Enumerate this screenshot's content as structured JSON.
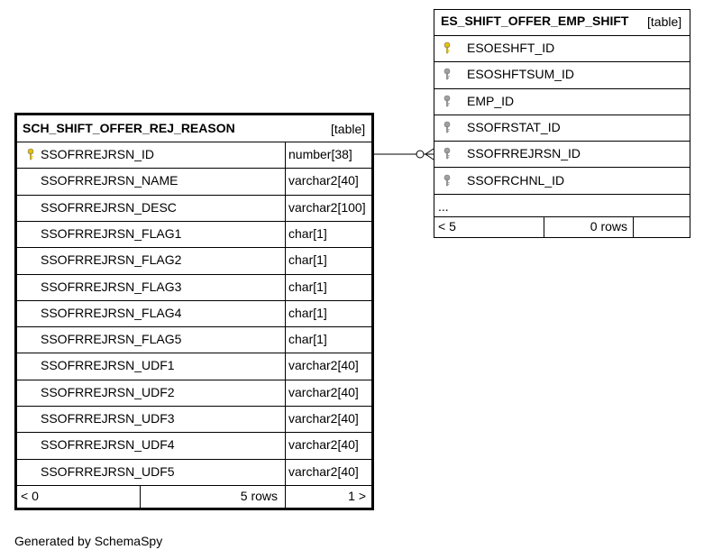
{
  "main_table": {
    "name": "SCH_SHIFT_OFFER_REJ_REASON",
    "type_tag": "[table]",
    "columns": [
      {
        "name": "SSOFRREJRSN_ID",
        "type": "number[38]",
        "key": "primary"
      },
      {
        "name": "SSOFRREJRSN_NAME",
        "type": "varchar2[40]",
        "key": "none"
      },
      {
        "name": "SSOFRREJRSN_DESC",
        "type": "varchar2[100]",
        "key": "none"
      },
      {
        "name": "SSOFRREJRSN_FLAG1",
        "type": "char[1]",
        "key": "none"
      },
      {
        "name": "SSOFRREJRSN_FLAG2",
        "type": "char[1]",
        "key": "none"
      },
      {
        "name": "SSOFRREJRSN_FLAG3",
        "type": "char[1]",
        "key": "none"
      },
      {
        "name": "SSOFRREJRSN_FLAG4",
        "type": "char[1]",
        "key": "none"
      },
      {
        "name": "SSOFRREJRSN_FLAG5",
        "type": "char[1]",
        "key": "none"
      },
      {
        "name": "SSOFRREJRSN_UDF1",
        "type": "varchar2[40]",
        "key": "none"
      },
      {
        "name": "SSOFRREJRSN_UDF2",
        "type": "varchar2[40]",
        "key": "none"
      },
      {
        "name": "SSOFRREJRSN_UDF3",
        "type": "varchar2[40]",
        "key": "none"
      },
      {
        "name": "SSOFRREJRSN_UDF4",
        "type": "varchar2[40]",
        "key": "none"
      },
      {
        "name": "SSOFRREJRSN_UDF5",
        "type": "varchar2[40]",
        "key": "none"
      }
    ],
    "footer": {
      "parents": "< 0",
      "rows": "5 rows",
      "children": "1 >"
    }
  },
  "emp_table": {
    "name": "ES_SHIFT_OFFER_EMP_SHIFT",
    "type_tag": "[table]",
    "columns": [
      {
        "name": "ESOESHFT_ID",
        "key": "primary"
      },
      {
        "name": "ESOSHFTSUM_ID",
        "key": "foreign"
      },
      {
        "name": "EMP_ID",
        "key": "foreign"
      },
      {
        "name": "SSOFRSTAT_ID",
        "key": "foreign"
      },
      {
        "name": "SSOFRREJRSN_ID",
        "key": "foreign"
      },
      {
        "name": "SSOFRCHNL_ID",
        "key": "foreign"
      }
    ],
    "more": "...",
    "footer": {
      "parents": "< 5",
      "rows": "0 rows",
      "children": ""
    }
  },
  "colors": {
    "primary_key": "#e6c200",
    "foreign_key": "#a0a0a0",
    "line": "#000000"
  },
  "footer_text": "Generated by SchemaSpy"
}
